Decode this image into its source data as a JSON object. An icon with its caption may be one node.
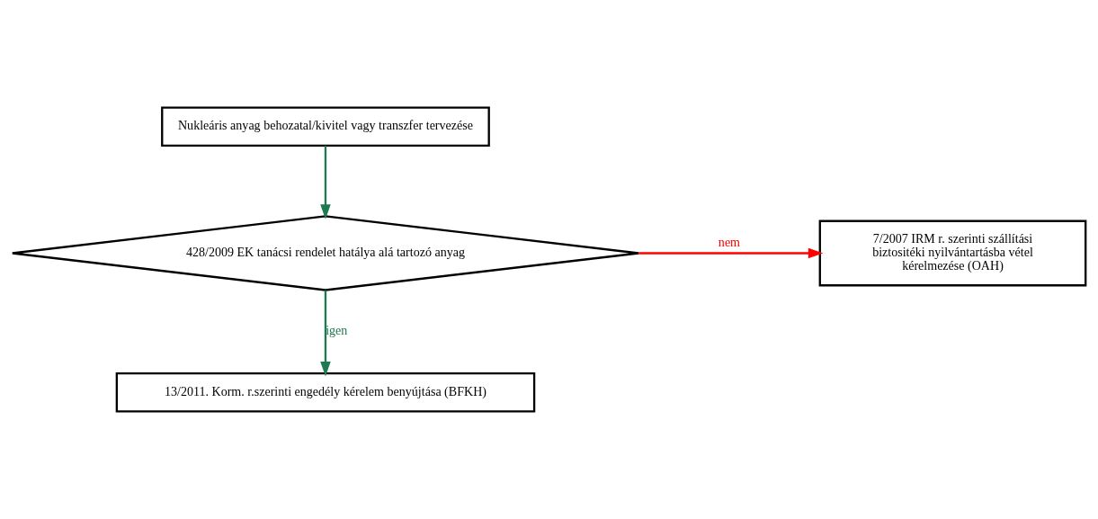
{
  "diagram": {
    "nodes": [
      {
        "text": [
          "Nukleáris anyag behozatal/kivitel vagy transzfer tervezése"
        ]
      },
      {
        "text": [
          "428/2009 EK tanácsi rendelet hatálya alá tartozó anyag"
        ]
      },
      {
        "text": [
          "7/2007 IRM r. szerinti szállítási biztositéki nyilvántartásba vétel kérelmezése (OAH)"
        ]
      },
      {
        "text": [
          "13/2011. Korm. r.szerinti engedély kérelem benyújtása (BFKH)"
        ]
      }
    ],
    "edges": [
      {
        "from": 0,
        "to": 1,
        "arrow": "to"
      },
      {
        "from": 1,
        "to": 2,
        "arrow": "to",
        "label": "nem",
        "color": "#ff0000"
      },
      {
        "from": 1,
        "to": 3,
        "arrow": "to",
        "label": "igen"
      }
    ]
  }
}
